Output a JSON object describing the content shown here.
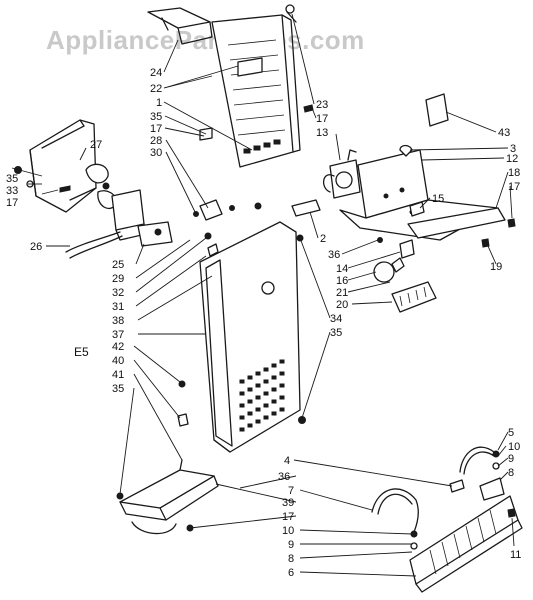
{
  "watermark": "AppliancePartsPros.com",
  "section_label": "E5",
  "callouts": [
    {
      "id": "c24",
      "text": "24"
    },
    {
      "id": "c22",
      "text": "22"
    },
    {
      "id": "c1",
      "text": "1"
    },
    {
      "id": "c35a",
      "text": "35"
    },
    {
      "id": "c17a",
      "text": "17"
    },
    {
      "id": "c28",
      "text": "28"
    },
    {
      "id": "c30",
      "text": "30"
    },
    {
      "id": "c23",
      "text": "23"
    },
    {
      "id": "c17b",
      "text": "17"
    },
    {
      "id": "c13",
      "text": "13"
    },
    {
      "id": "c43",
      "text": "43"
    },
    {
      "id": "c3",
      "text": "3"
    },
    {
      "id": "c12",
      "text": "12"
    },
    {
      "id": "c18",
      "text": "18"
    },
    {
      "id": "c17c",
      "text": "17"
    },
    {
      "id": "c15",
      "text": "15"
    },
    {
      "id": "c19",
      "text": "19"
    },
    {
      "id": "c27",
      "text": "27"
    },
    {
      "id": "c35b",
      "text": "35"
    },
    {
      "id": "c33",
      "text": "33"
    },
    {
      "id": "c17d",
      "text": "17"
    },
    {
      "id": "c26",
      "text": "26"
    },
    {
      "id": "c2",
      "text": "2"
    },
    {
      "id": "c36a",
      "text": "36"
    },
    {
      "id": "c14",
      "text": "14"
    },
    {
      "id": "c16",
      "text": "16"
    },
    {
      "id": "c21",
      "text": "21"
    },
    {
      "id": "c20",
      "text": "20"
    },
    {
      "id": "c25",
      "text": "25"
    },
    {
      "id": "c29",
      "text": "29"
    },
    {
      "id": "c32",
      "text": "32"
    },
    {
      "id": "c31",
      "text": "31"
    },
    {
      "id": "c38",
      "text": "38"
    },
    {
      "id": "c37",
      "text": "37"
    },
    {
      "id": "c34",
      "text": "34"
    },
    {
      "id": "c35c",
      "text": "35"
    },
    {
      "id": "c42",
      "text": "42"
    },
    {
      "id": "c40",
      "text": "40"
    },
    {
      "id": "c41",
      "text": "41"
    },
    {
      "id": "c35d",
      "text": "35"
    },
    {
      "id": "c5",
      "text": "5"
    },
    {
      "id": "c10a",
      "text": "10"
    },
    {
      "id": "c9a",
      "text": "9"
    },
    {
      "id": "c8a",
      "text": "8"
    },
    {
      "id": "c4",
      "text": "4"
    },
    {
      "id": "c36b",
      "text": "36"
    },
    {
      "id": "c7",
      "text": "7"
    },
    {
      "id": "c39",
      "text": "39"
    },
    {
      "id": "c17e",
      "text": "17"
    },
    {
      "id": "c10b",
      "text": "10"
    },
    {
      "id": "c9b",
      "text": "9"
    },
    {
      "id": "c8b",
      "text": "8"
    },
    {
      "id": "c6",
      "text": "6"
    },
    {
      "id": "c11",
      "text": "11"
    }
  ]
}
